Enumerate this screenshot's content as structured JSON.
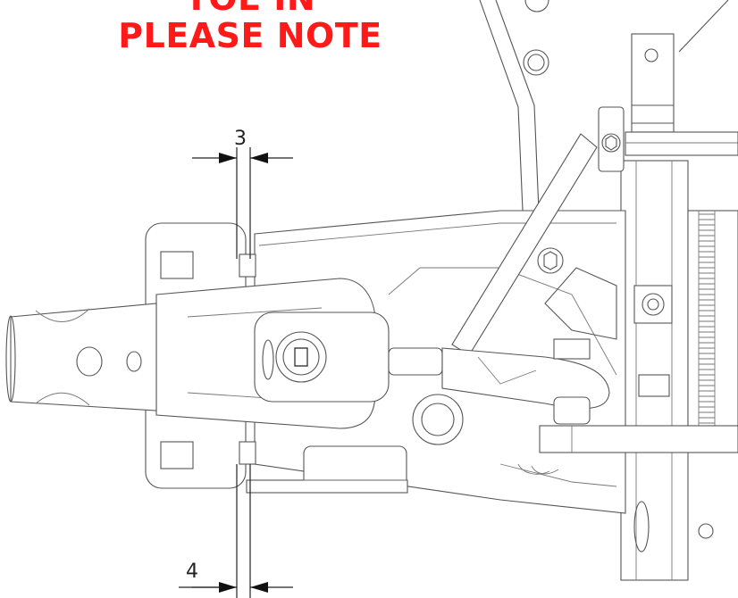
{
  "note": {
    "line1": "TOE IN",
    "line2": "PLEASE NOTE",
    "color": "#ff1a1a"
  },
  "dimensions": {
    "top_value": "3",
    "bottom_value": "4"
  }
}
